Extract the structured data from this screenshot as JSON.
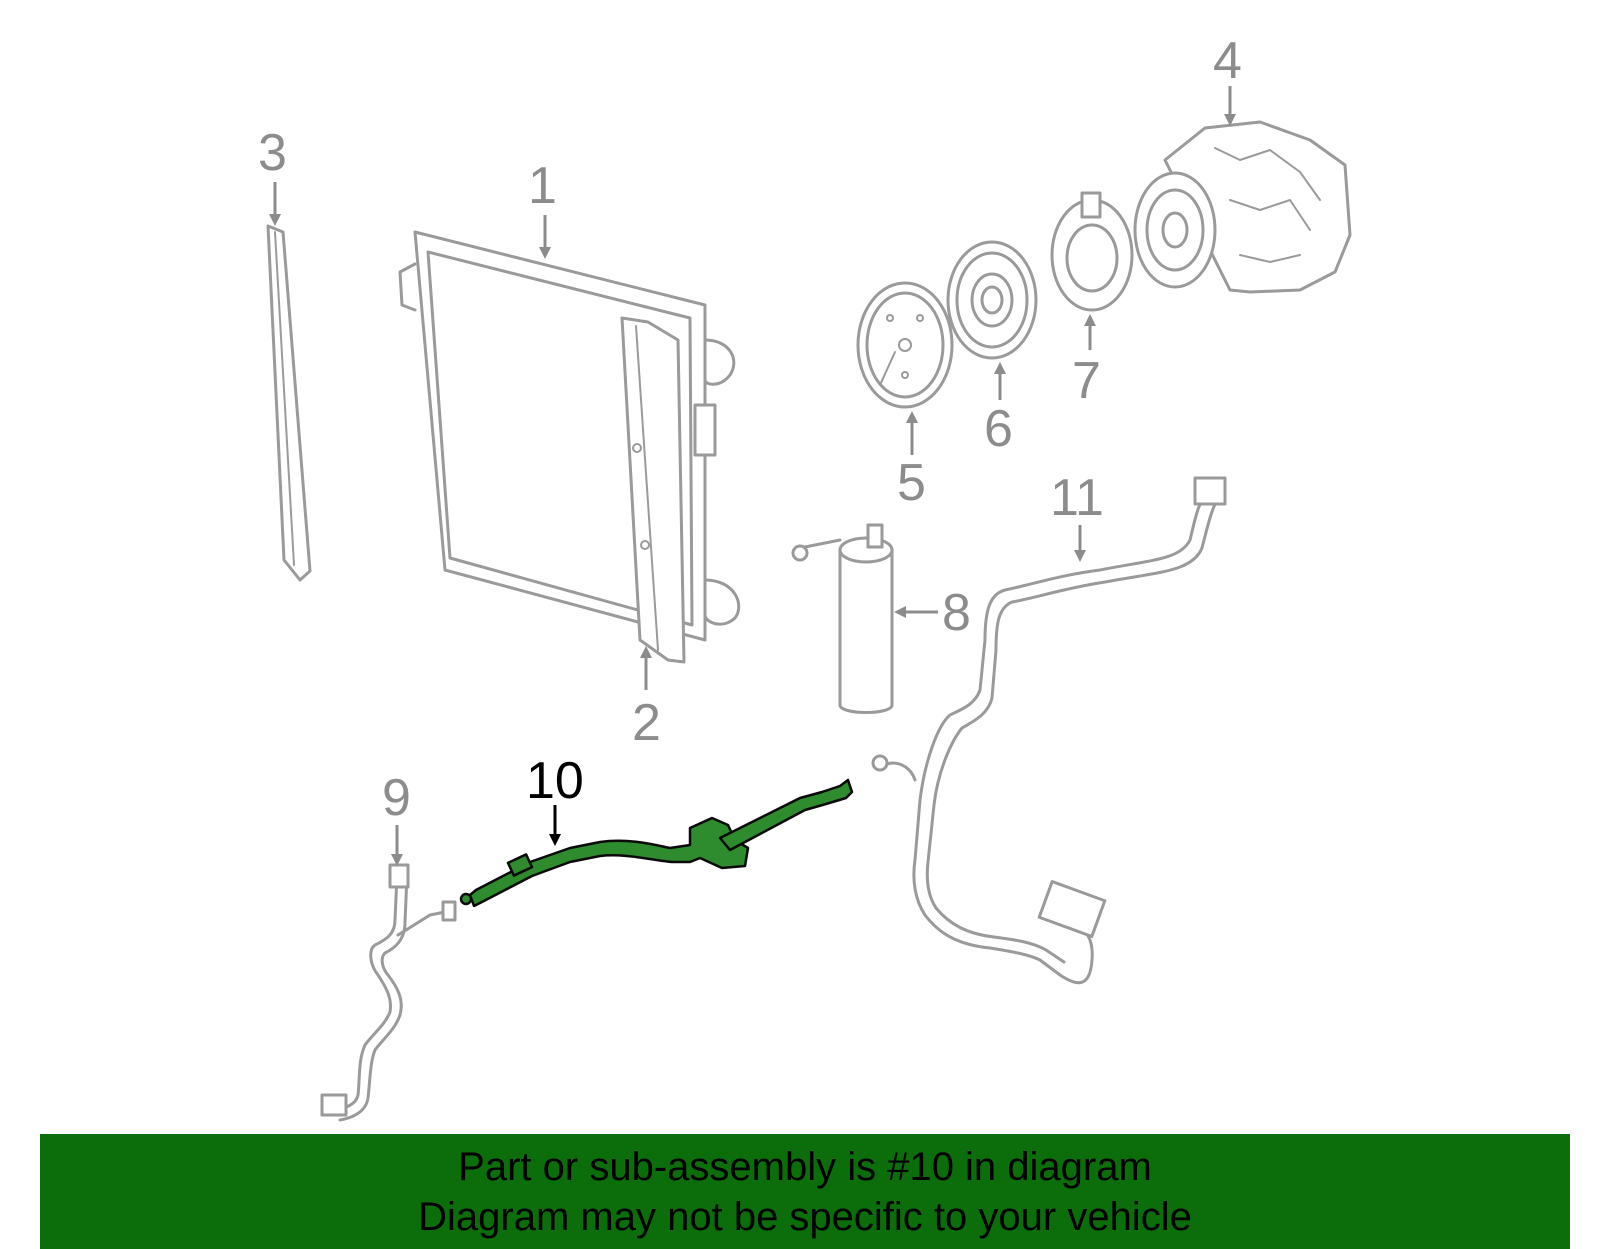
{
  "diagram": {
    "callouts": [
      "1",
      "2",
      "3",
      "4",
      "5",
      "6",
      "7",
      "8",
      "9",
      "10",
      "11"
    ],
    "highlighted_callout": "10",
    "colors": {
      "highlight": "#2e8b2e",
      "banner": "#0b6e0b",
      "parts": "#9a9a9a"
    }
  },
  "banner": {
    "line1": "Part or sub-assembly is #10 in diagram",
    "line2": "Diagram may not be specific to your vehicle"
  }
}
